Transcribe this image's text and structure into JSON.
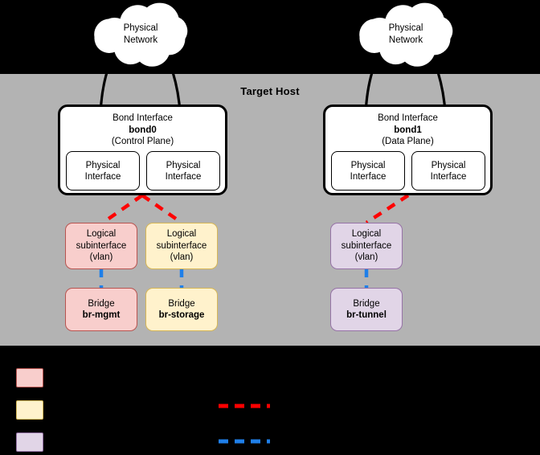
{
  "diagram": {
    "title": "Target Host",
    "host_panel_color": "#b3b3b3",
    "background_color": "#000000"
  },
  "clouds": [
    {
      "name": "cloud-left",
      "line1": "Physical",
      "line2": "Network"
    },
    {
      "name": "cloud-right",
      "line1": "Physical",
      "line2": "Network"
    }
  ],
  "bonds": [
    {
      "id": "bond0",
      "title": "Bond Interface",
      "name": "bond0",
      "plane": "(Control Plane)",
      "interfaces": [
        {
          "line1": "Physical",
          "line2": "Interface"
        },
        {
          "line1": "Physical",
          "line2": "Interface"
        }
      ]
    },
    {
      "id": "bond1",
      "title": "Bond Interface",
      "name": "bond1",
      "plane": "(Data Plane)",
      "interfaces": [
        {
          "line1": "Physical",
          "line2": "Interface"
        },
        {
          "line1": "Physical",
          "line2": "Interface"
        }
      ]
    }
  ],
  "subinterfaces": [
    {
      "id": "vlan-mgmt",
      "line1": "Logical",
      "line2": "subinterface",
      "line3": "(vlan)",
      "fill": "#f8cecc",
      "stroke": "#b85450"
    },
    {
      "id": "vlan-storage",
      "line1": "Logical",
      "line2": "subinterface",
      "line3": "(vlan)",
      "fill": "#fff2cc",
      "stroke": "#d6b656"
    },
    {
      "id": "vlan-tunnel",
      "line1": "Logical",
      "line2": "subinterface",
      "line3": "(vlan)",
      "fill": "#e1d5e7",
      "stroke": "#9673a6"
    }
  ],
  "bridges": [
    {
      "id": "bridge-mgmt",
      "label": "Bridge",
      "name": "br-mgmt",
      "fill": "#f8cecc",
      "stroke": "#b85450"
    },
    {
      "id": "bridge-storage",
      "label": "Bridge",
      "name": "br-storage",
      "fill": "#fff2cc",
      "stroke": "#d6b656"
    },
    {
      "id": "bridge-tunnel",
      "label": "Bridge",
      "name": "br-tunnel",
      "fill": "#e1d5e7",
      "stroke": "#9673a6"
    }
  ],
  "legend": {
    "title": "",
    "swatches": [
      {
        "color": "#f8cecc",
        "stroke": "#b85450",
        "label": ""
      },
      {
        "color": "#fff2cc",
        "stroke": "#d6b656",
        "label": ""
      },
      {
        "color": "#e1d5e7",
        "stroke": "#9673a6",
        "label": ""
      }
    ],
    "lines": [
      {
        "color": "#ff0000",
        "style": "dashed",
        "label": ""
      },
      {
        "color": "#1f7fe8",
        "style": "dashed",
        "label": ""
      }
    ]
  },
  "connectors": {
    "cloud_to_bond_color": "#000000",
    "bond_to_vlan_color": "#ff0000",
    "vlan_to_bridge_color": "#1f7fe8"
  }
}
